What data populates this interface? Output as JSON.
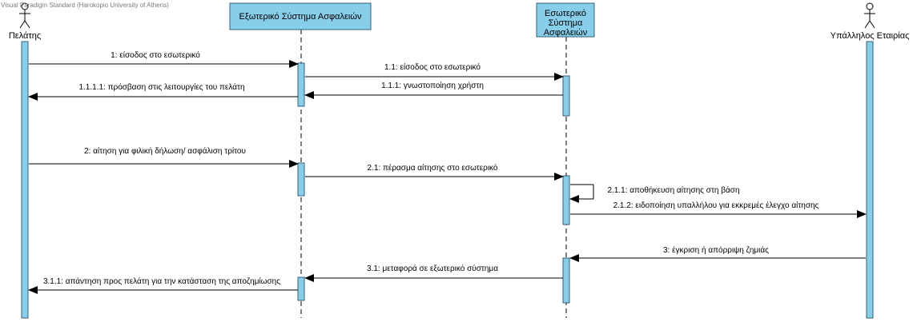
{
  "watermark": "Visual Paradigm Standard (Harokopio University of Athens)",
  "colors": {
    "fill": "#87CEEB",
    "stroke": "#3a5f7a",
    "line": "#000000"
  },
  "participants": [
    {
      "id": "customer",
      "name": "Πελάτης",
      "kind": "actor"
    },
    {
      "id": "external",
      "name": "Εξωτερικό Σύστημα Ασφαλειών",
      "kind": "box",
      "lines": [
        "Εξωτερικό Σύστημα Ασφαλειών"
      ]
    },
    {
      "id": "internal",
      "name": "Εσωτερικό Σύστημα Ασφαλειών",
      "kind": "box",
      "lines": [
        "Εσωτερικό",
        "Σύστημα",
        "Ασφαλειών"
      ]
    },
    {
      "id": "employee",
      "name": "Υπάλληλος Εταιρίας",
      "kind": "actor"
    }
  ],
  "messages": [
    {
      "id": "m1",
      "text": "1: είσοδος στο εσωτερικό",
      "from": "customer",
      "to": "external",
      "type": "sync"
    },
    {
      "id": "m11",
      "text": "1.1: είσοδος στο εσωτερικό",
      "from": "external",
      "to": "internal",
      "type": "sync"
    },
    {
      "id": "m111",
      "text": "1.1.1: γνωστοποίηση χρήστη",
      "from": "internal",
      "to": "external",
      "type": "sync"
    },
    {
      "id": "m1111",
      "text": "1.1.1.1: πρόσβαση στις λειτουργίες του πελάτη",
      "from": "external",
      "to": "customer",
      "type": "sync"
    },
    {
      "id": "m2",
      "text": "2: αίτηση για φιλική δήλωση/ ασφάλιση τρίτου",
      "from": "customer",
      "to": "external",
      "type": "sync"
    },
    {
      "id": "m21",
      "text": "2.1: πέρασμα αίτησης στο εσωτερικό",
      "from": "external",
      "to": "internal",
      "type": "sync"
    },
    {
      "id": "m211",
      "text": "2.1.1: αποθήκευση αίτησης στη βάση",
      "from": "internal",
      "to": "internal",
      "type": "self"
    },
    {
      "id": "m212",
      "text": "2.1.2: ειδοποίηση υπαλλήλου για εκκρεμές έλεγχο αίτησης",
      "from": "internal",
      "to": "employee",
      "type": "sync"
    },
    {
      "id": "m3",
      "text": "3: έγκριση ή απόρριψη ζημιάς",
      "from": "employee",
      "to": "internal",
      "type": "sync"
    },
    {
      "id": "m31",
      "text": "3.1: μεταφορά σε εξωτερικό σύστημα",
      "from": "internal",
      "to": "external",
      "type": "sync"
    },
    {
      "id": "m311",
      "text": "3.1.1: απάντηση προς πελάτη για την κατάσταση της αποζημίωσης",
      "from": "external",
      "to": "customer",
      "type": "sync"
    }
  ]
}
